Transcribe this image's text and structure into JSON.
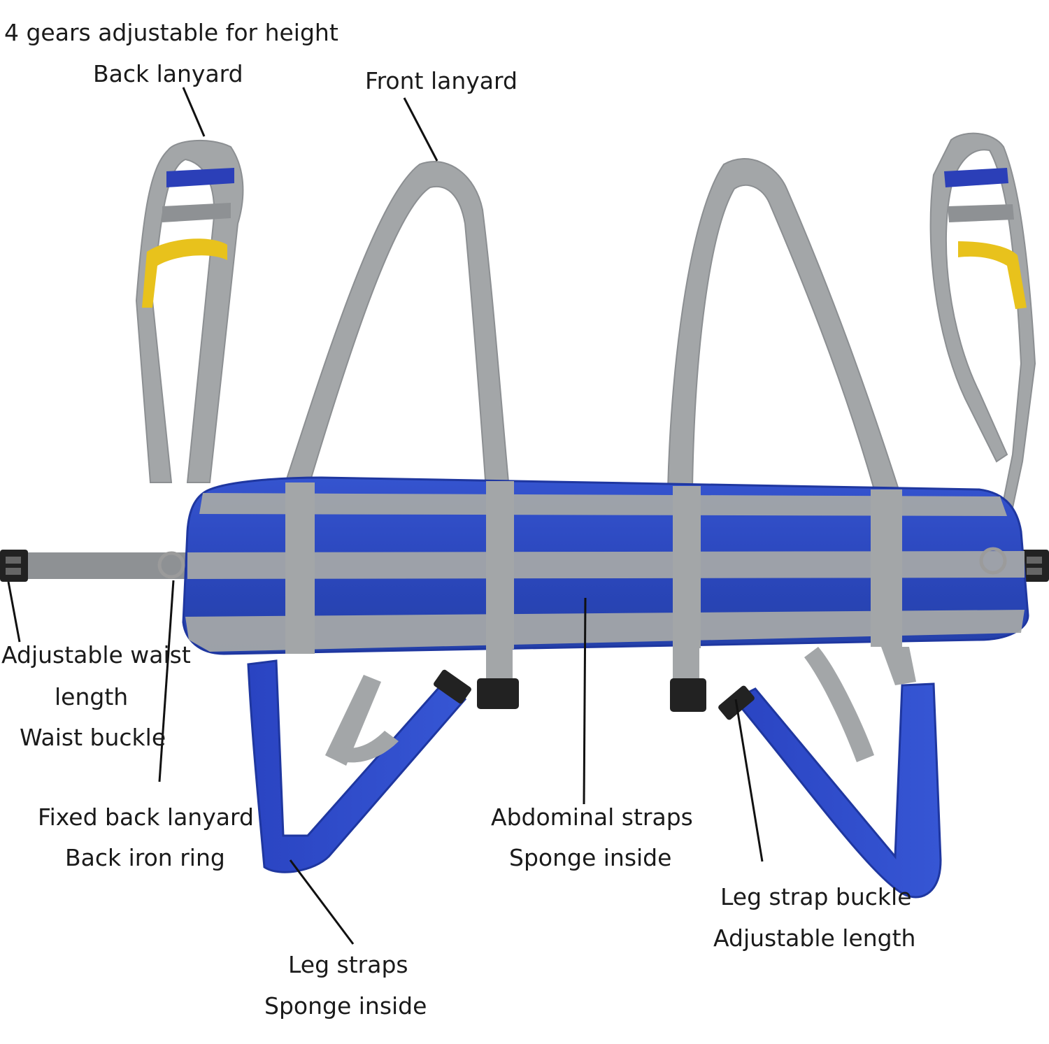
{
  "labels": {
    "gears": "4 gears adjustable for height",
    "back_lanyard": "Back lanyard",
    "front_lanyard": "Front lanyard",
    "adjustable_waist": "Adjustable waist",
    "length": "length",
    "waist_buckle": "Waist buckle",
    "fixed_back_lanyard": "Fixed back lanyard",
    "back_iron_ring": "Back iron ring",
    "abdominal_straps": "Abdominal straps",
    "sponge_inside_1": "Sponge inside",
    "leg_strap_buckle": "Leg strap buckle",
    "adjustable_length": "Adjustable length",
    "leg_straps": "Leg straps",
    "sponge_inside_2": "Sponge inside"
  },
  "colors": {
    "pad_blue": "#2f4fc0",
    "strap_gray": "#a3a6a8",
    "loop_yellow": "#e8c21c",
    "loop_blue": "#2b3fb8",
    "buckle_black": "#222222",
    "leader_line": "#111111"
  }
}
